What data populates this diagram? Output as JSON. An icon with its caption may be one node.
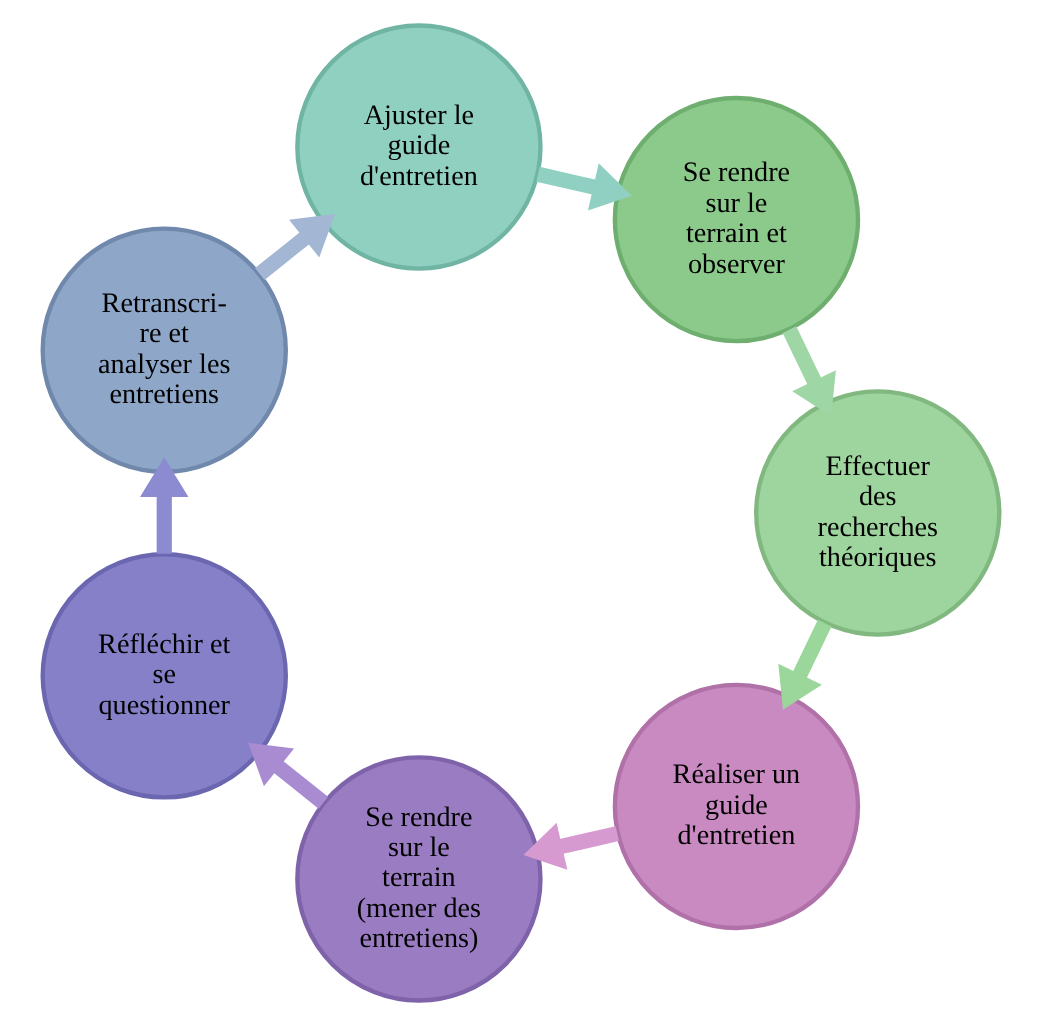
{
  "diagram": {
    "nodes": [
      {
        "text": [
          "Réaliser un guide d'entretien"
        ]
      },
      {
        "text": [
          "Se rendre sur le terrain (mener des entretiens)"
        ]
      },
      {
        "text": [
          "Réfléchir et se questionner"
        ]
      },
      {
        "text": [
          "Retranscri- re et analyser les entretiens"
        ]
      },
      {
        "text": [
          "Ajuster le guide d'entretien"
        ]
      },
      {
        "text": [
          "Se rendre sur le terrain et observer"
        ]
      },
      {
        "text": [
          "Effectuer des recherches théoriques"
        ]
      }
    ],
    "edges": [
      {
        "from": 0,
        "to": 1,
        "arrow": "to",
        "color": "#d69ad0"
      },
      {
        "from": 1,
        "to": 2,
        "arrow": "to",
        "color": "#a98bd2"
      },
      {
        "from": 2,
        "to": 3,
        "arrow": "to",
        "color": "#8c8ad0"
      },
      {
        "from": 3,
        "to": 4,
        "arrow": "to",
        "color": "#a3b6d3"
      },
      {
        "from": 4,
        "to": 5,
        "arrow": "to",
        "color": "#8fd0c3"
      },
      {
        "from": 5,
        "to": 6,
        "arrow": "to",
        "color": "#9ed6a6"
      },
      {
        "from": 6,
        "to": 0,
        "arrow": "to",
        "color": "#9bd69b"
      }
    ]
  }
}
